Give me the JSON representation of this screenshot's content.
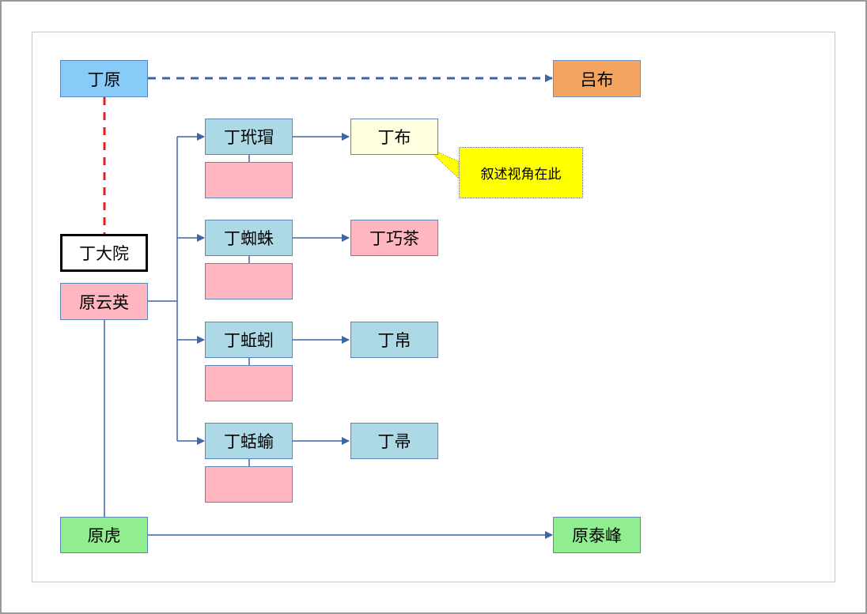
{
  "diagram": {
    "nodes": {
      "ding_yuan": "丁原",
      "lv_bu": "吕布",
      "ding_dayuan": "丁大院",
      "yuan_yunying": "原云英",
      "ding_pipa": "丁玳瑁",
      "ding_bu": "丁布",
      "pink_1": "",
      "ding_zhizhu": "丁蜘蛛",
      "ding_qiaocha": "丁巧茶",
      "pink_2": "",
      "ding_qiuyin": "丁蚯蚓",
      "ding_bo": "丁帛",
      "pink_3": "",
      "ding_kuoyu": "丁蛞蝓",
      "ding_yuan2": "丁帚",
      "pink_4": "",
      "yuan_hu": "原虎",
      "yuan_taifeng": "原泰峰"
    },
    "callout": "叙述视角在此",
    "colors": {
      "blue": "#87cbf8",
      "orange": "#f4a460",
      "light_blue": "#add8e6",
      "cream": "#ffffe0",
      "pink": "#ffb6c1",
      "green": "#90ee90",
      "callout_yellow": "#ffff00",
      "connector": "#3b67a6",
      "dashed_blue": "#3b67a6",
      "dashed_red": "#e02020"
    }
  }
}
